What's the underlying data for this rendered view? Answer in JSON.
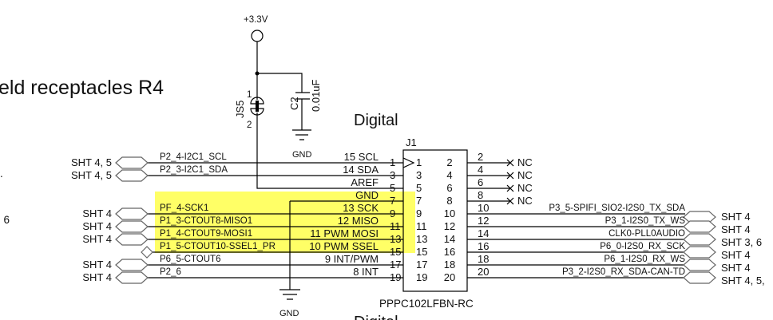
{
  "title_partial": "eld receptacles R4",
  "left_edge_fragments": [
    ".",
    ", 6"
  ],
  "section_label": "Digital",
  "section_label_bottom": "Digital",
  "highlight_color": "#ffff66",
  "power": {
    "label": "+3.3V"
  },
  "jumper": {
    "ref": "JS5",
    "pin1": "1",
    "pin2": "2"
  },
  "capacitor": {
    "ref": "C2",
    "value": "0.01uF"
  },
  "ground_labels": [
    "GND",
    "GND"
  ],
  "connector": {
    "ref": "J1",
    "part": "PPPC102LFBN-RC",
    "left_pins": [
      "1",
      "3",
      "5",
      "7",
      "9",
      "11",
      "13",
      "15",
      "17",
      "19"
    ],
    "right_pins": [
      "2",
      "4",
      "6",
      "8",
      "10",
      "12",
      "14",
      "16",
      "18",
      "20"
    ]
  },
  "left_nets": [
    {
      "pin_name": "15 SCL",
      "pin": "1",
      "net": "P2_4-I2C1_SCL",
      "sheet": "SHT  4, 5"
    },
    {
      "pin_name": "14 SDA",
      "pin": "3",
      "net": "P2_3-I2C1_SDA",
      "sheet": "SHT  4, 5"
    },
    {
      "pin_name": "AREF",
      "pin": "5",
      "net": "",
      "sheet": ""
    },
    {
      "pin_name": "GND",
      "pin": "7",
      "net": "",
      "sheet": ""
    },
    {
      "pin_name": "13  SCK",
      "pin": "9",
      "net": "PF_4-SCK1",
      "sheet": "SHT  4"
    },
    {
      "pin_name": "12  MISO",
      "pin": "11",
      "net": "P1_3-CTOUT8-MISO1",
      "sheet": "SHT  4"
    },
    {
      "pin_name": "11  PWM  MOSI",
      "pin": "13",
      "net": "P1_4-CTOUT9-MOSI1",
      "sheet": "SHT  4"
    },
    {
      "pin_name": "10  PWM  SSEL",
      "pin": "15",
      "net": "P1_5-CTOUT10-SSEL1_PR",
      "sheet": ""
    },
    {
      "pin_name": "9  INT/PWM",
      "pin": "17",
      "net": "P6_5-CTOUT6",
      "sheet": "SHT  4"
    },
    {
      "pin_name": "8 INT",
      "pin": "19",
      "net": "P2_6",
      "sheet": "SHT  4"
    }
  ],
  "right_nets": [
    {
      "pin": "2",
      "net": "NC",
      "sheet": ""
    },
    {
      "pin": "4",
      "net": "NC",
      "sheet": ""
    },
    {
      "pin": "6",
      "net": "NC",
      "sheet": ""
    },
    {
      "pin": "8",
      "net": "NC",
      "sheet": ""
    },
    {
      "pin": "10",
      "net": "P3_5-SPIFI_SIO2-I2S0_TX_SDA",
      "sheet": "SHT  4"
    },
    {
      "pin": "12",
      "net": "P3_1-I2S0_TX_WS",
      "sheet": "SHT  4"
    },
    {
      "pin": "14",
      "net": "CLK0-PLL0AUDIO",
      "sheet": "SHT  3, 6"
    },
    {
      "pin": "16",
      "net": "P6_0-I2S0_RX_SCK",
      "sheet": "SHT  4"
    },
    {
      "pin": "18",
      "net": "P6_1-I2S0_RX_WS",
      "sheet": "SHT  4"
    },
    {
      "pin": "20",
      "net": "P3_2-I2S0_RX_SDA-CAN-TD",
      "sheet": "SHT  4, 5,"
    }
  ]
}
